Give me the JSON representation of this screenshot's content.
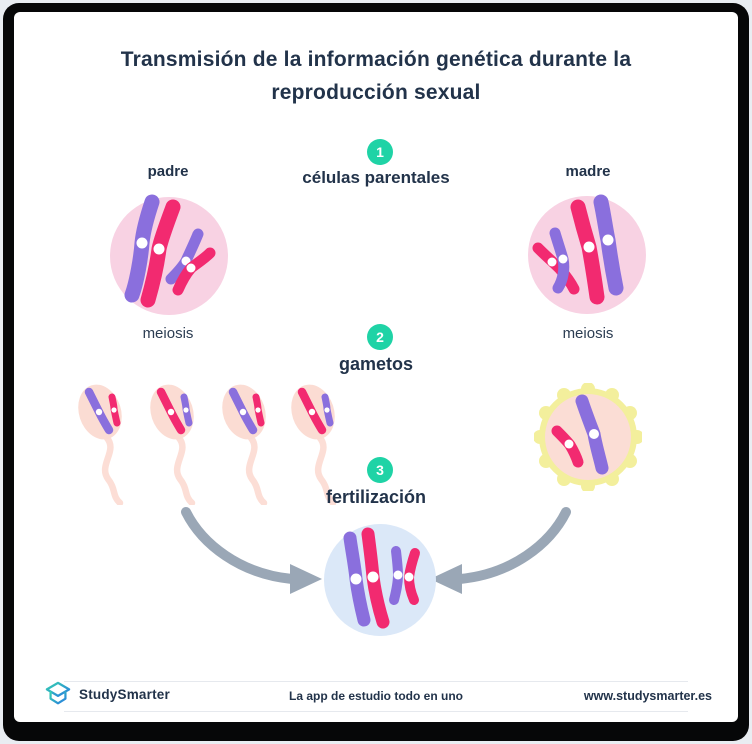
{
  "title": {
    "line1": "Transmisión de la información genética durante la",
    "line2": "reproducción sexual"
  },
  "steps": [
    {
      "number": "1",
      "label": "células parentales"
    },
    {
      "number": "2",
      "label": "gametos"
    },
    {
      "number": "3",
      "label": "fertilización"
    }
  ],
  "cells": {
    "father_label": "padre",
    "mother_label": "madre",
    "father_meiosis": "meiosis",
    "mother_meiosis": "meiosis"
  },
  "footer": {
    "brand": "StudySmarter",
    "tagline": "La app de estudio todo en uno",
    "website": "www.studysmarter.es"
  },
  "colors": {
    "accent_teal": "#1fd3a6",
    "navy_text": "#22334a",
    "chromosome_purple": "#8a6fdd",
    "chromosome_pink": "#f22a70",
    "parent_cell_pink": "#f8d2e3",
    "gamete_peach": "#fbdcd3",
    "egg_corona_yellow": "#f3ef9c",
    "zygote_blue": "#dbe8f8",
    "arrow_gray": "#9aa7b6",
    "frame_black": "#060708"
  }
}
